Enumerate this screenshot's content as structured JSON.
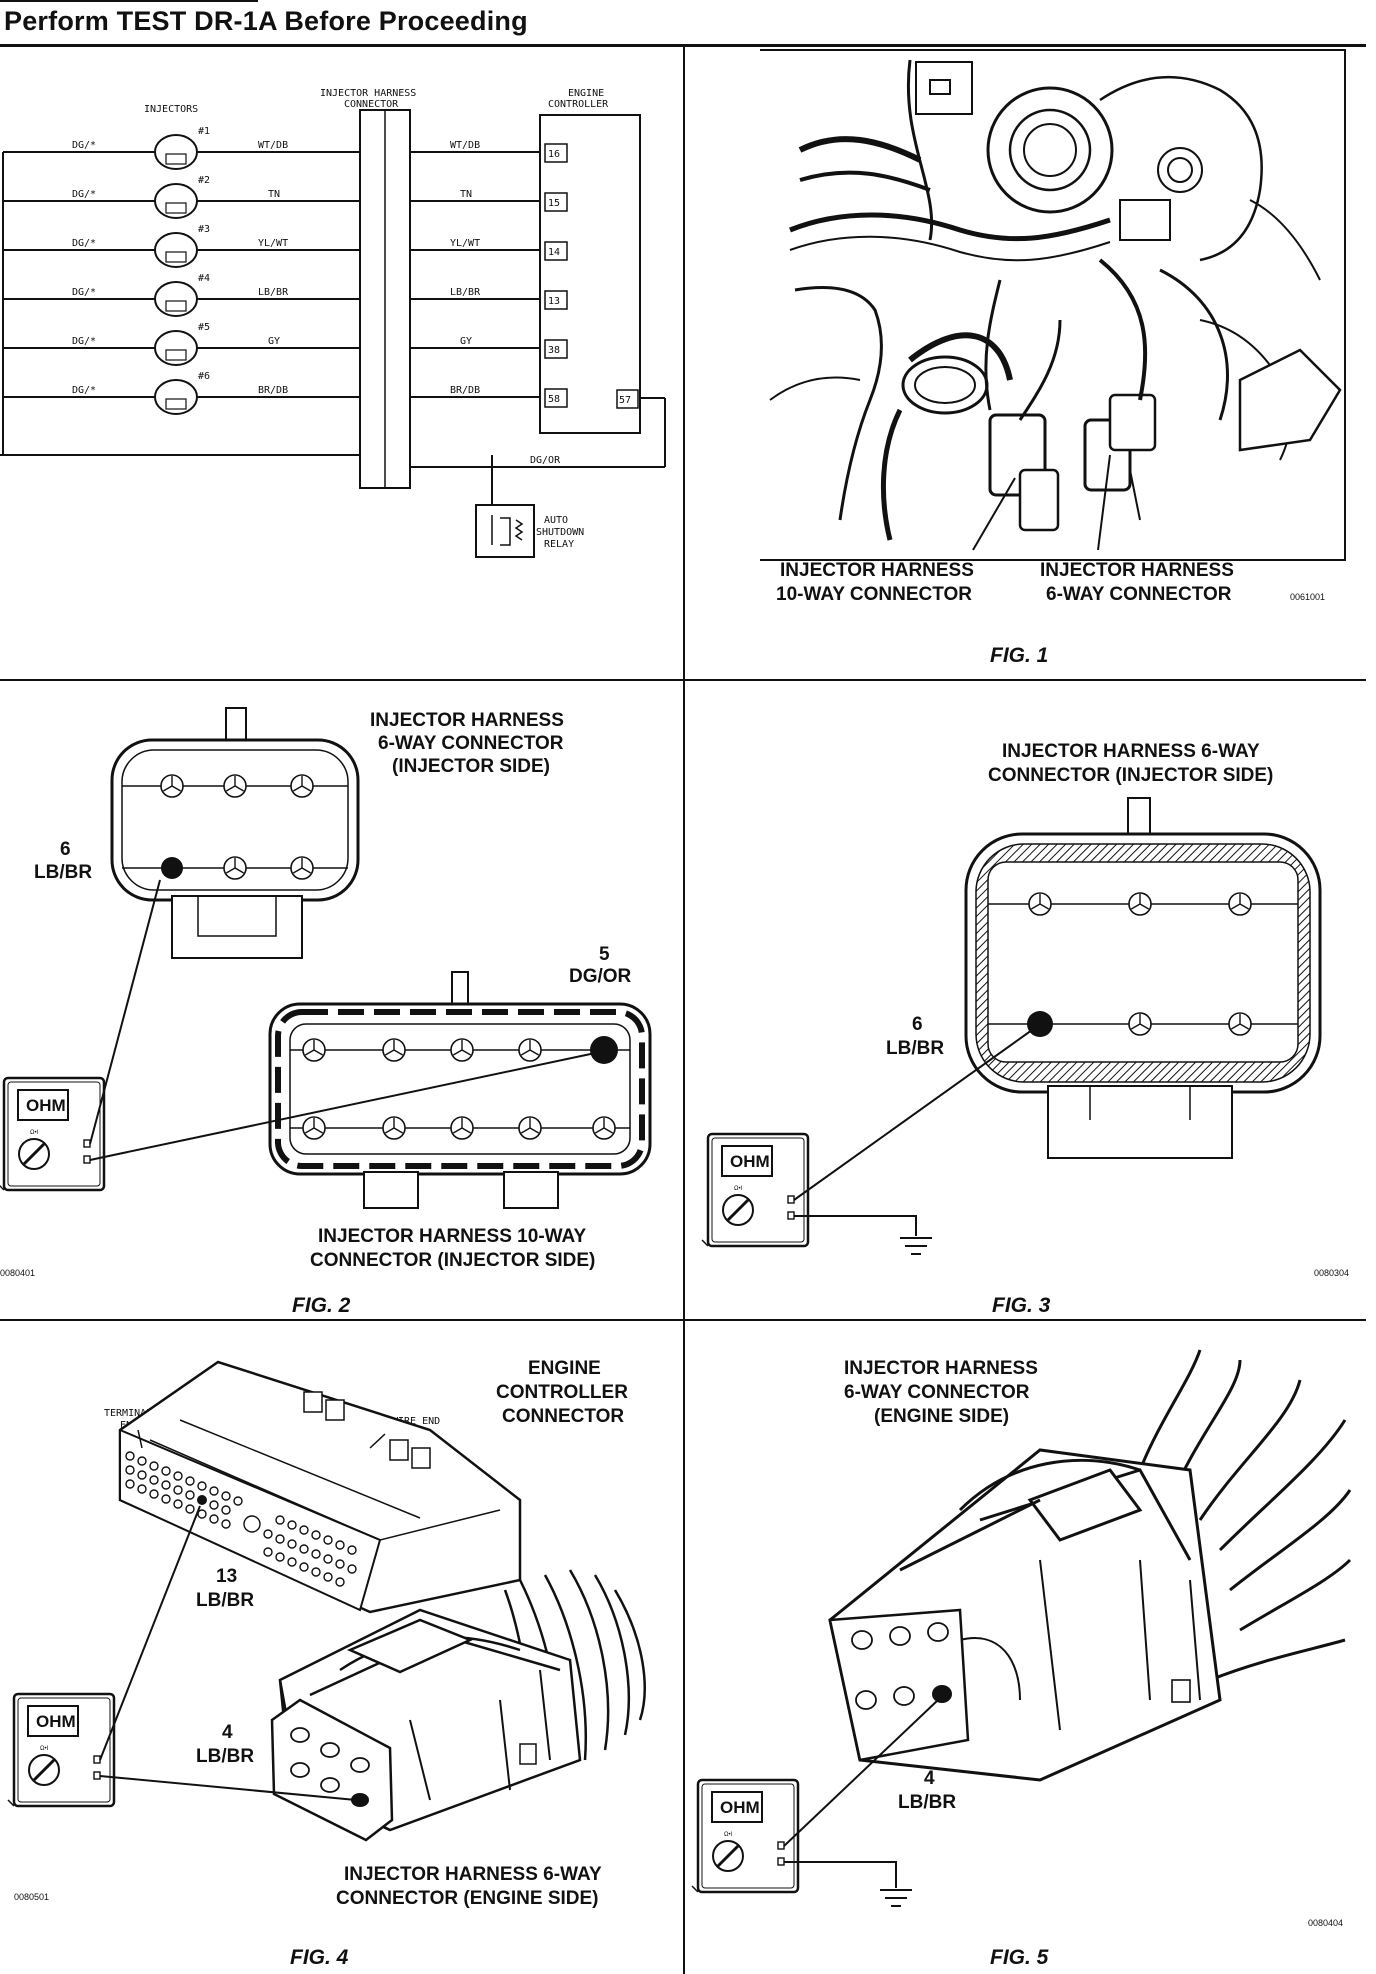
{
  "header": {
    "title": "Perform TEST DR-1A Before Proceeding"
  },
  "schematic": {
    "injectors_label": "INJECTORS",
    "harness_label_1": "INJECTOR HARNESS",
    "harness_label_2": "CONNECTOR",
    "controller_label_1": "ENGINE",
    "controller_label_2": "CONTROLLER",
    "asd_label_1": "AUTO",
    "asd_label_2": "SHUTDOWN",
    "asd_label_3": "RELAY",
    "feed_wire": "DG/OR",
    "pin_57": "57",
    "rows": [
      {
        "left": "DG/*",
        "num": "#1",
        "inj": "WT/DB",
        "ctrl": "WT/DB",
        "pin": "16"
      },
      {
        "left": "DG/*",
        "num": "#2",
        "inj": "TN",
        "ctrl": "TN",
        "pin": "15"
      },
      {
        "left": "DG/*",
        "num": "#3",
        "inj": "YL/WT",
        "ctrl": "YL/WT",
        "pin": "14"
      },
      {
        "left": "DG/*",
        "num": "#4",
        "inj": "LB/BR",
        "ctrl": "LB/BR",
        "pin": "13"
      },
      {
        "left": "DG/*",
        "num": "#5",
        "inj": "GY",
        "ctrl": "GY",
        "pin": "38"
      },
      {
        "left": "DG/*",
        "num": "#6",
        "inj": "BR/DB",
        "ctrl": "BR/DB",
        "pin": "58"
      }
    ]
  },
  "fig1": {
    "label_a_1": "INJECTOR HARNESS",
    "label_a_2": "10-WAY CONNECTOR",
    "label_b_1": "INJECTOR HARNESS",
    "label_b_2": "6-WAY CONNECTOR",
    "code": "0061001",
    "caption": "FIG. 1"
  },
  "fig2": {
    "title_1": "INJECTOR HARNESS",
    "title_2": "6-WAY CONNECTOR",
    "title_3": "(INJECTOR SIDE)",
    "pin_a_num": "6",
    "pin_a_wire": "LB/BR",
    "pin_b_num": "5",
    "pin_b_wire": "DG/OR",
    "bottom_1": "INJECTOR HARNESS 10-WAY",
    "bottom_2": "CONNECTOR (INJECTOR SIDE)",
    "meter": "OHM",
    "code": "0080401",
    "caption": "FIG. 2"
  },
  "fig3": {
    "title_1": "INJECTOR HARNESS 6-WAY",
    "title_2": "CONNECTOR (INJECTOR SIDE)",
    "pin_num": "6",
    "pin_wire": "LB/BR",
    "meter": "OHM",
    "code": "0080304",
    "caption": "FIG. 3"
  },
  "fig4": {
    "title_1": "ENGINE",
    "title_2": "CONTROLLER",
    "title_3": "CONNECTOR",
    "terminal_1": "TERMINAL",
    "terminal_2": "END",
    "wire_end": "WIRE END",
    "pin_a_num": "13",
    "pin_a_wire": "LB/BR",
    "pin_b_num": "4",
    "pin_b_wire": "LB/BR",
    "bottom_1": "INJECTOR HARNESS 6-WAY",
    "bottom_2": "CONNECTOR (ENGINE SIDE)",
    "meter": "OHM",
    "code": "0080501",
    "caption": "FIG. 4"
  },
  "fig5": {
    "title_1": "INJECTOR HARNESS",
    "title_2": "6-WAY CONNECTOR",
    "title_3": "(ENGINE SIDE)",
    "pin_num": "4",
    "pin_wire": "LB/BR",
    "meter": "OHM",
    "code": "0080404",
    "caption": "FIG. 5"
  }
}
